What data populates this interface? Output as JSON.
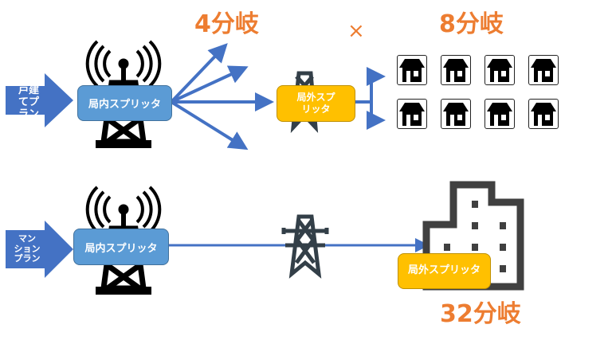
{
  "top_row": {
    "plan_label": "戸建\nてプ\nラン",
    "inner_splitter_label": "局内スプリッタ",
    "first_branch_label": "4分岐",
    "multiply_symbol": "×",
    "outer_splitter_label": "局外スプ\nリッタ",
    "second_branch_label": "8分岐",
    "house_count": 8
  },
  "bottom_row": {
    "plan_label": "マン\nション\nプラン",
    "inner_splitter_label": "局内スプリッタ",
    "outer_splitter_label": "局外スプリッタ",
    "branch_label": "32分岐"
  },
  "colors": {
    "arrow_blue": "#4472c4",
    "inner_splitter": "#5b9bd5",
    "outer_splitter": "#ffc000",
    "branch_text": "#ed7d31",
    "icon_dark": "#000000",
    "pylon_gray": "#333f48"
  }
}
